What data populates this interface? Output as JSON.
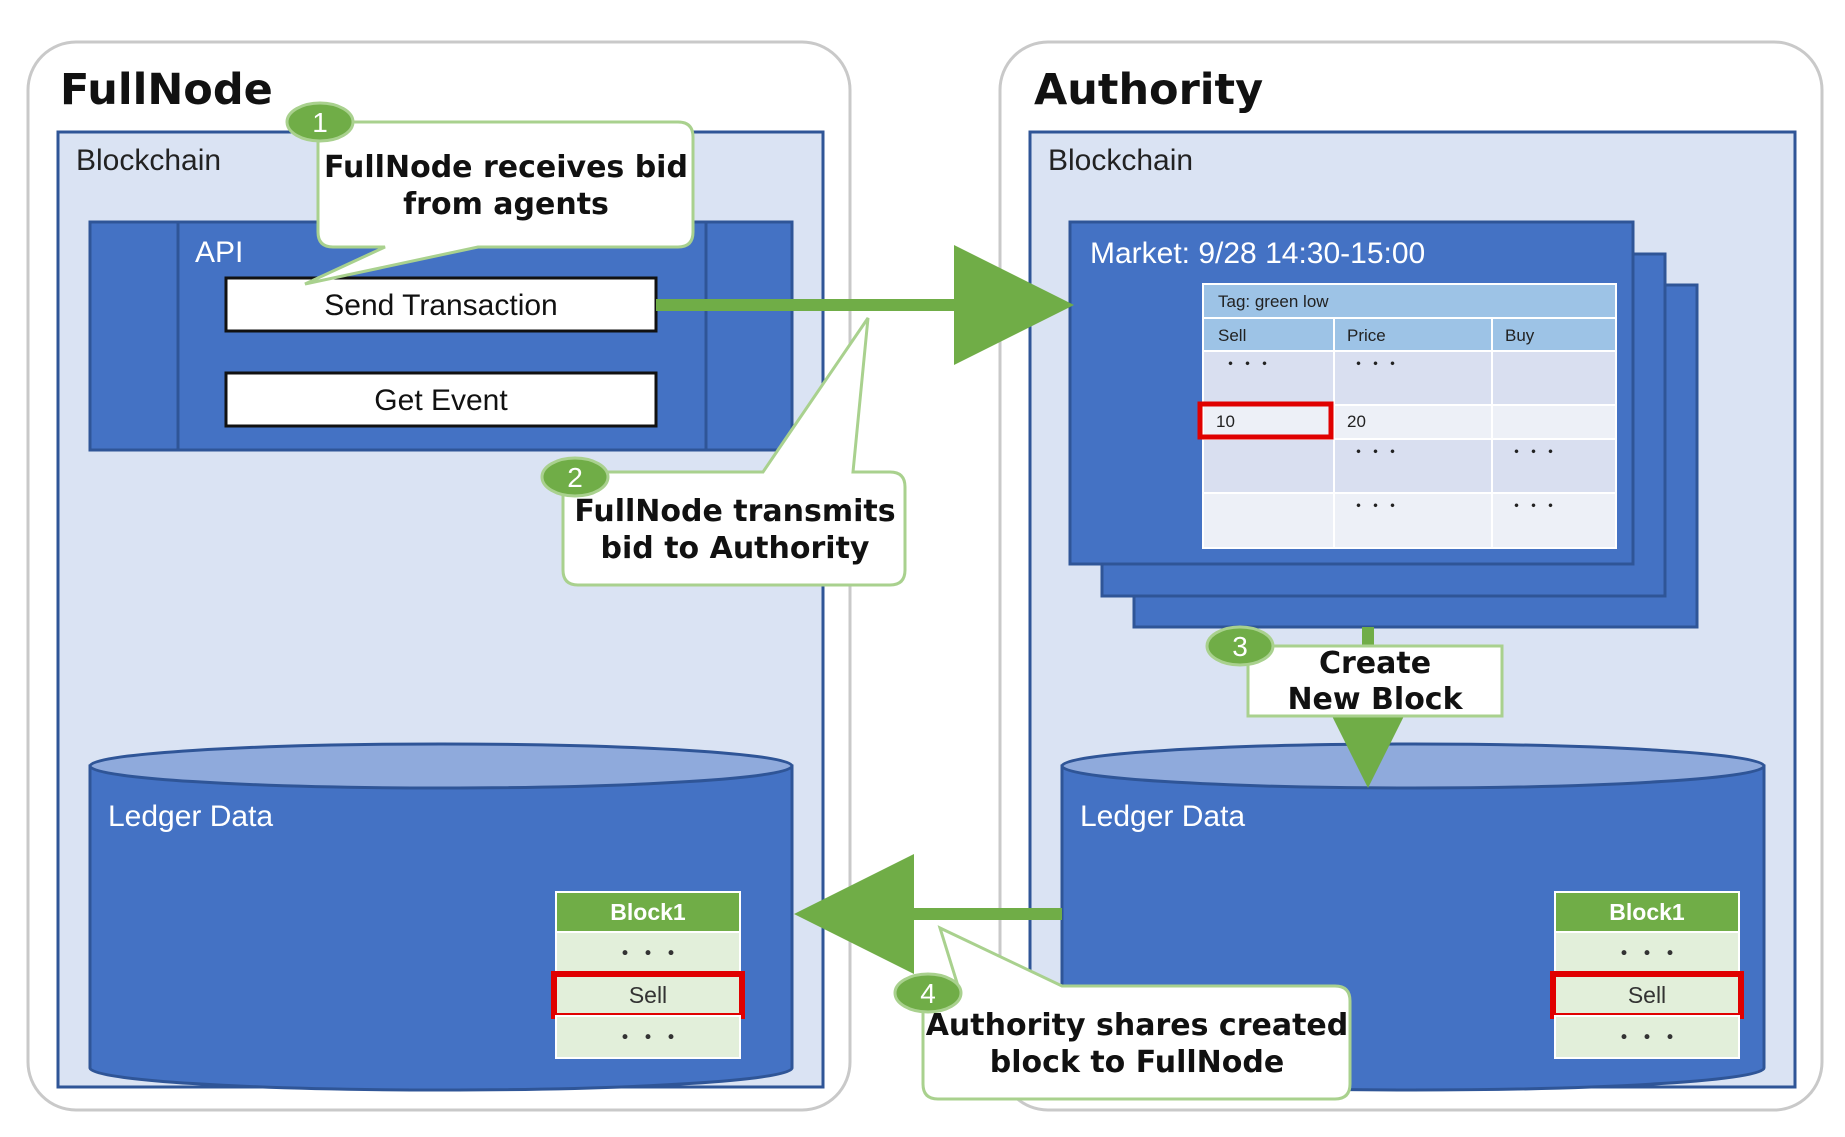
{
  "fullnode": {
    "title": "FullNode",
    "blockchain_label": "Blockchain",
    "api_label": "API",
    "send_button": "Send Transaction",
    "event_button": "Get Event",
    "ledger_label": "Ledger Data",
    "block": {
      "title": "Block1",
      "rows": [
        "・・・",
        "Sell",
        "・・・"
      ]
    }
  },
  "authority": {
    "title": "Authority",
    "blockchain_label": "Blockchain",
    "market_label": "Market: 9/28 14:30-15:00",
    "table": {
      "tag": "Tag: green  low",
      "headers": [
        "Sell",
        "Price",
        "Buy"
      ],
      "rows": [
        [
          "・・・",
          "・・・",
          ""
        ],
        [
          "10",
          "20",
          ""
        ],
        [
          "",
          "・・・",
          "・・・"
        ],
        [
          "",
          "・・・",
          "・・・"
        ]
      ]
    },
    "ledger_label": "Ledger Data",
    "block": {
      "title": "Block1",
      "rows": [
        "・・・",
        "Sell",
        "・・・"
      ]
    }
  },
  "steps": [
    {
      "num": "1",
      "line1": "FullNode receives bid",
      "line2": "from agents"
    },
    {
      "num": "2",
      "line1": "FullNode transmits",
      "line2": "bid to Authority"
    },
    {
      "num": "3",
      "line1": "Create",
      "line2": "New Block"
    },
    {
      "num": "4",
      "line1": "Authority shares created",
      "line2": "block to FullNode"
    }
  ],
  "colors": {
    "panel_bg": "#dae3f3",
    "box_blue": "#4472c4",
    "cyl_top": "#8faadc",
    "arrow_green": "#70ad47",
    "callout_border": "#a9d18e",
    "highlight_red": "#e00000",
    "table_header": "#9dc3e6",
    "block_head": "#70ad47",
    "block_cell": "#e2efda"
  }
}
